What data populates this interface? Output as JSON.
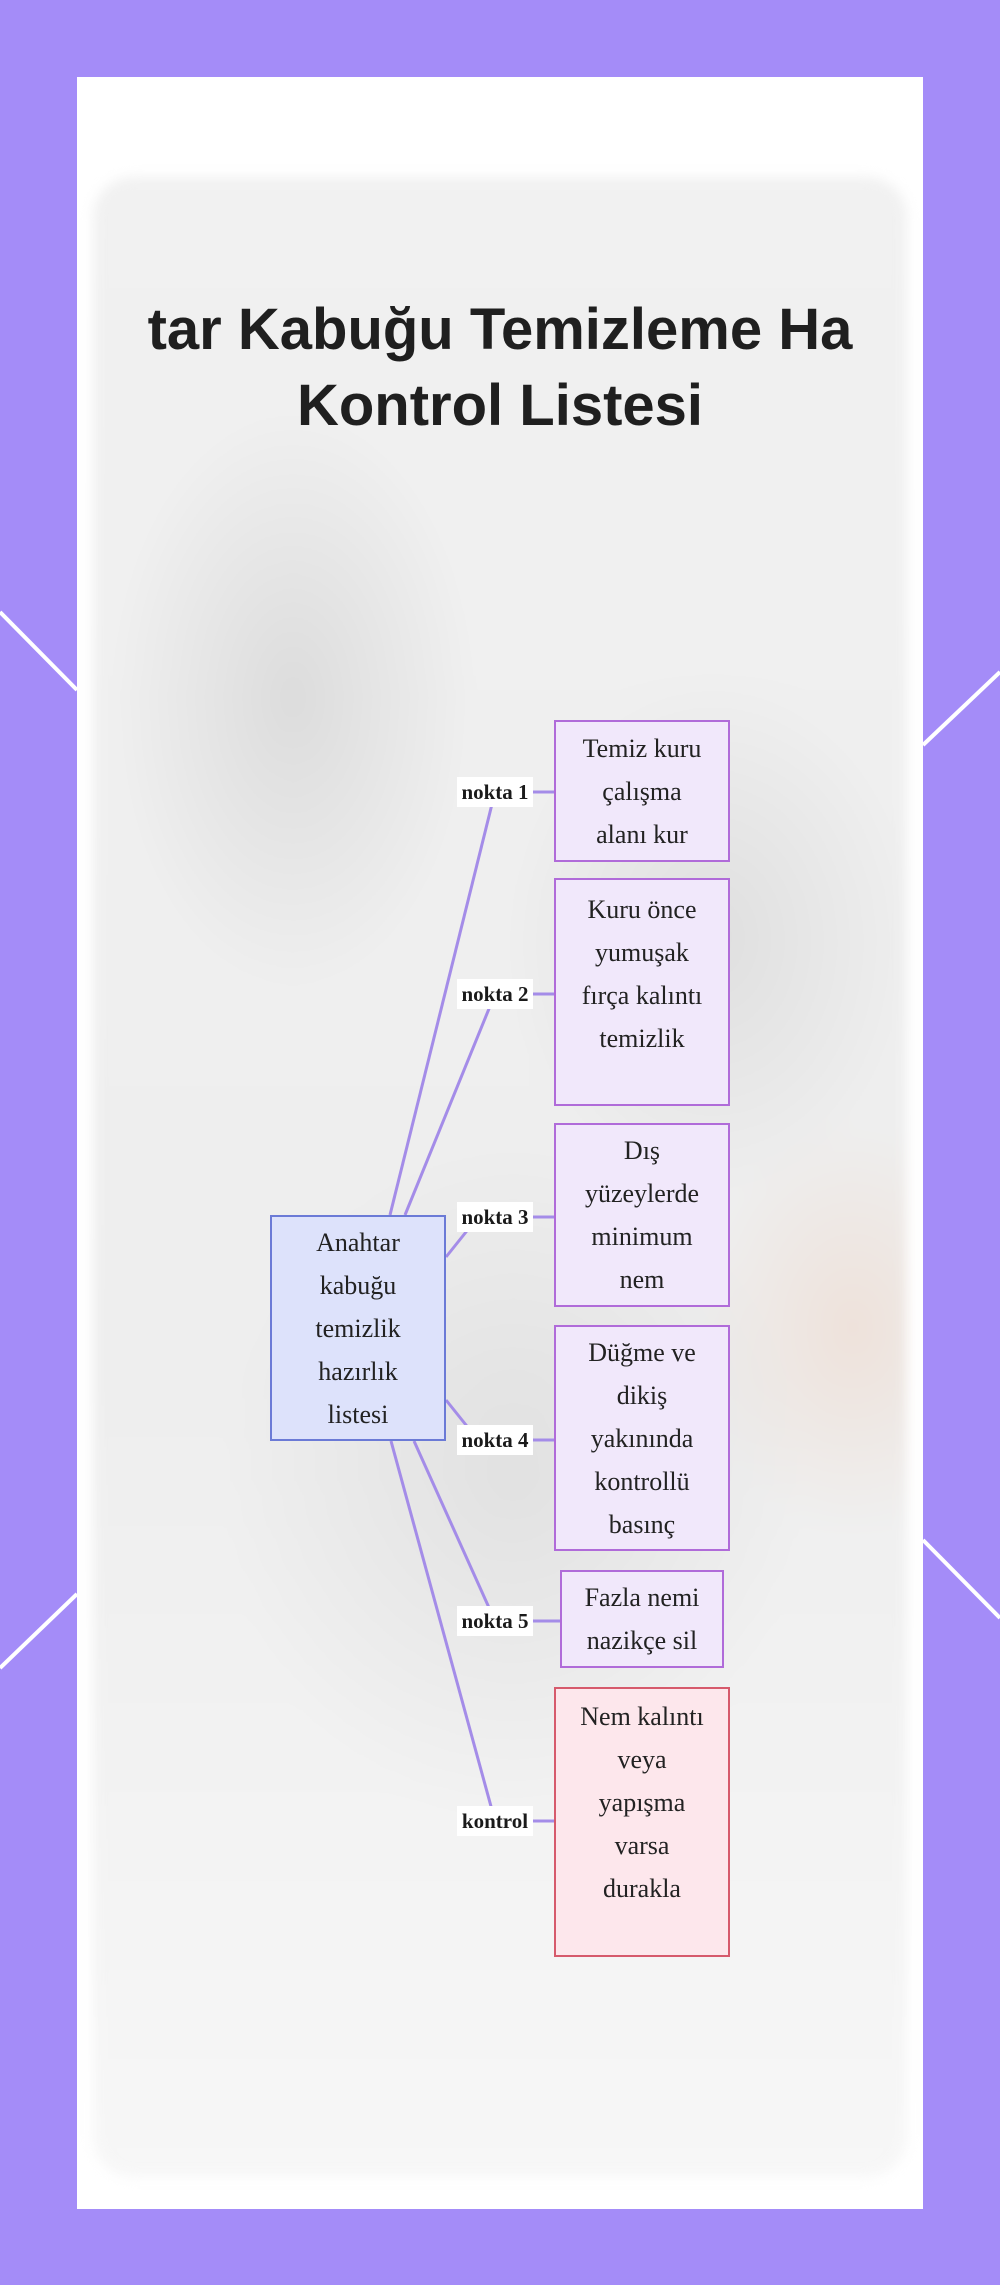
{
  "title": {
    "line1": "tar Kabuğu Temizleme Ha",
    "line2": "Kontrol Listesi"
  },
  "colors": {
    "frame": "#a48cf8",
    "edge": "#a48ce8",
    "root_fill": "#dde2fb",
    "root_border": "#6b7ad6",
    "leaf_fill": "#f1e8fb",
    "leaf_border": "#b06bd9",
    "stop_fill": "#fde7ec",
    "stop_border": "#d65a6c"
  },
  "diagram": {
    "root": {
      "lines": [
        "Anahtar",
        "kabuğu",
        "temizlik",
        "hazırlık",
        "listesi"
      ]
    },
    "branches": [
      {
        "edge_label": "nokta 1",
        "node_lines": [
          "Temiz kuru",
          "çalışma",
          "alanı kur"
        ]
      },
      {
        "edge_label": "nokta 2",
        "node_lines": [
          "Kuru önce",
          "yumuşak",
          "fırça kalıntı",
          "temizlik"
        ]
      },
      {
        "edge_label": "nokta 3",
        "node_lines": [
          "Dış",
          "yüzeylerde",
          "minimum",
          "nem"
        ]
      },
      {
        "edge_label": "nokta 4",
        "node_lines": [
          "Düğme ve",
          "dikiş",
          "yakınında",
          "kontrollü",
          "basınç"
        ]
      },
      {
        "edge_label": "nokta 5",
        "node_lines": [
          "Fazla nemi",
          "nazikçe sil"
        ]
      },
      {
        "edge_label": "kontrol",
        "node_lines": [
          "Nem kalıntı",
          "veya",
          "yapışma",
          "varsa",
          "durakla"
        ]
      }
    ]
  }
}
